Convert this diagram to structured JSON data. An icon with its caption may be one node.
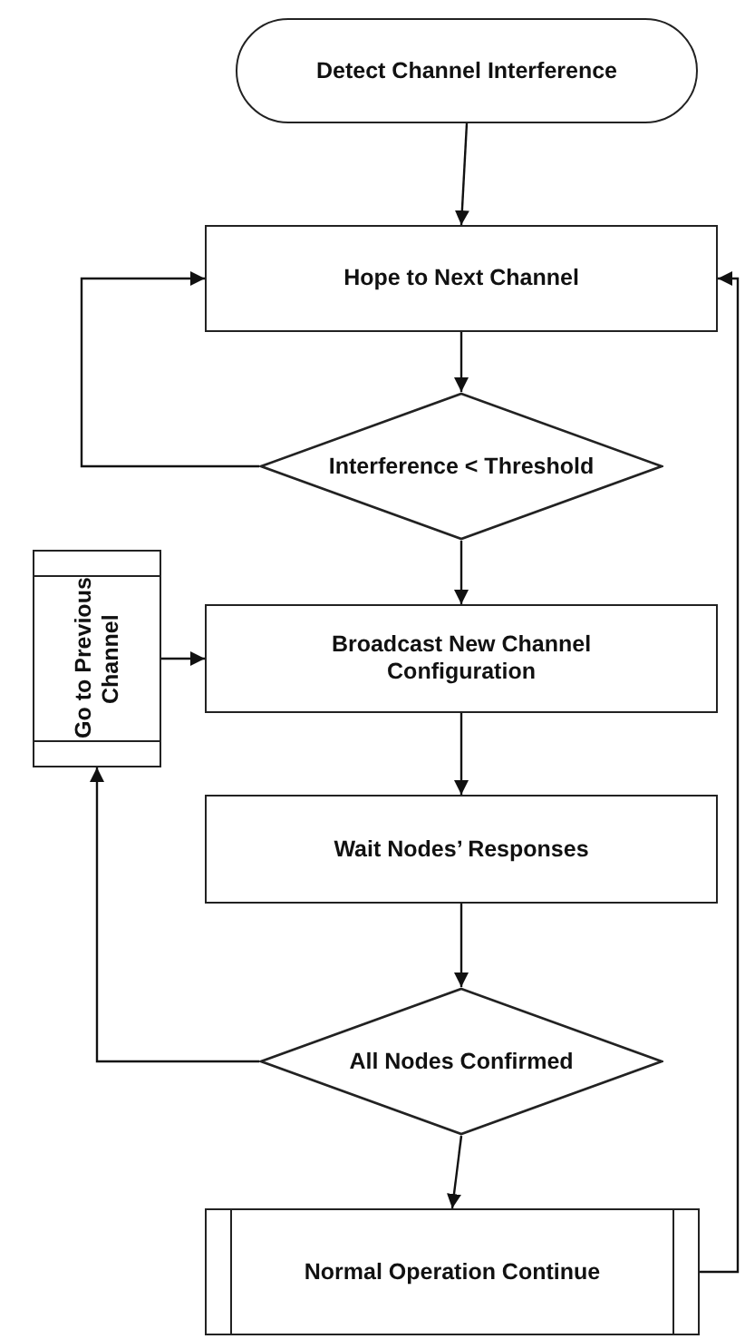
{
  "diagram": {
    "nodes": [
      {
        "text": [
          "Detect Channel Interference"
        ]
      },
      {
        "text": [
          "Hope to Next Channel"
        ]
      },
      {
        "text": [
          "Interference < Threshold"
        ]
      },
      {
        "text": [
          "Go to Previous Channel"
        ]
      },
      {
        "text": [
          "Broadcast New Channel Configuration"
        ]
      },
      {
        "text": [
          "Wait Nodes’ Responses"
        ]
      },
      {
        "text": [
          "All Nodes Confirmed"
        ]
      },
      {
        "text": [
          "Normal Operation Continue"
        ]
      }
    ],
    "edges": [
      {
        "from": 0,
        "to": 1,
        "arrow": "to"
      },
      {
        "from": 1,
        "to": 2,
        "arrow": "to"
      },
      {
        "from": 2,
        "to": 1,
        "arrow": "to"
      },
      {
        "from": 2,
        "to": 4,
        "arrow": "to"
      },
      {
        "from": 3,
        "to": 4,
        "arrow": "to"
      },
      {
        "from": 4,
        "to": 5,
        "arrow": "to"
      },
      {
        "from": 5,
        "to": 6,
        "arrow": "to"
      },
      {
        "from": 6,
        "to": 3,
        "arrow": "to"
      },
      {
        "from": 6,
        "to": 7,
        "arrow": "to"
      },
      {
        "from": 7,
        "to": 1,
        "arrow": "to"
      }
    ]
  }
}
